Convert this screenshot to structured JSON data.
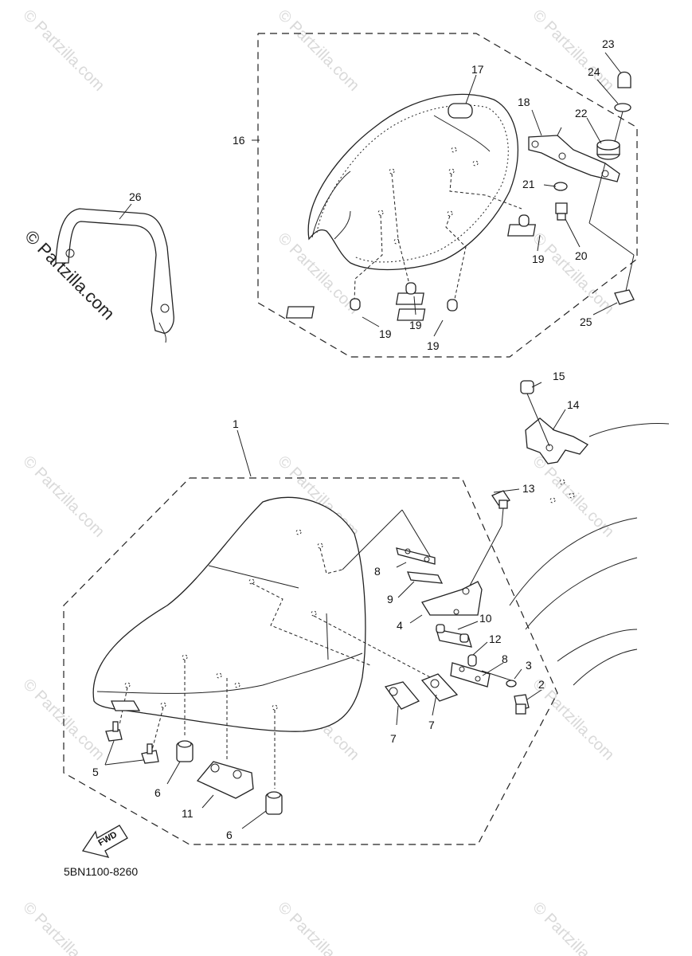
{
  "diagram": {
    "drawing_code": "5BN1100-8260",
    "direction_label": "FWD",
    "watermark_text": "© Partzilla.com",
    "callouts": {
      "c1": "1",
      "c2": "2",
      "c3": "3",
      "c4": "4",
      "c5": "5",
      "c6a": "6",
      "c6b": "6",
      "c7a": "7",
      "c7b": "7",
      "c8a": "8",
      "c8b": "8",
      "c9": "9",
      "c10": "10",
      "c11": "11",
      "c12": "12",
      "c13": "13",
      "c14": "14",
      "c15": "15",
      "c16": "16",
      "c17": "17",
      "c18": "18",
      "c19a": "19",
      "c19b": "19",
      "c19c": "19",
      "c19d": "19",
      "c20": "20",
      "c21": "21",
      "c22": "22",
      "c23": "23",
      "c24": "24",
      "c25": "25",
      "c26": "26"
    }
  }
}
